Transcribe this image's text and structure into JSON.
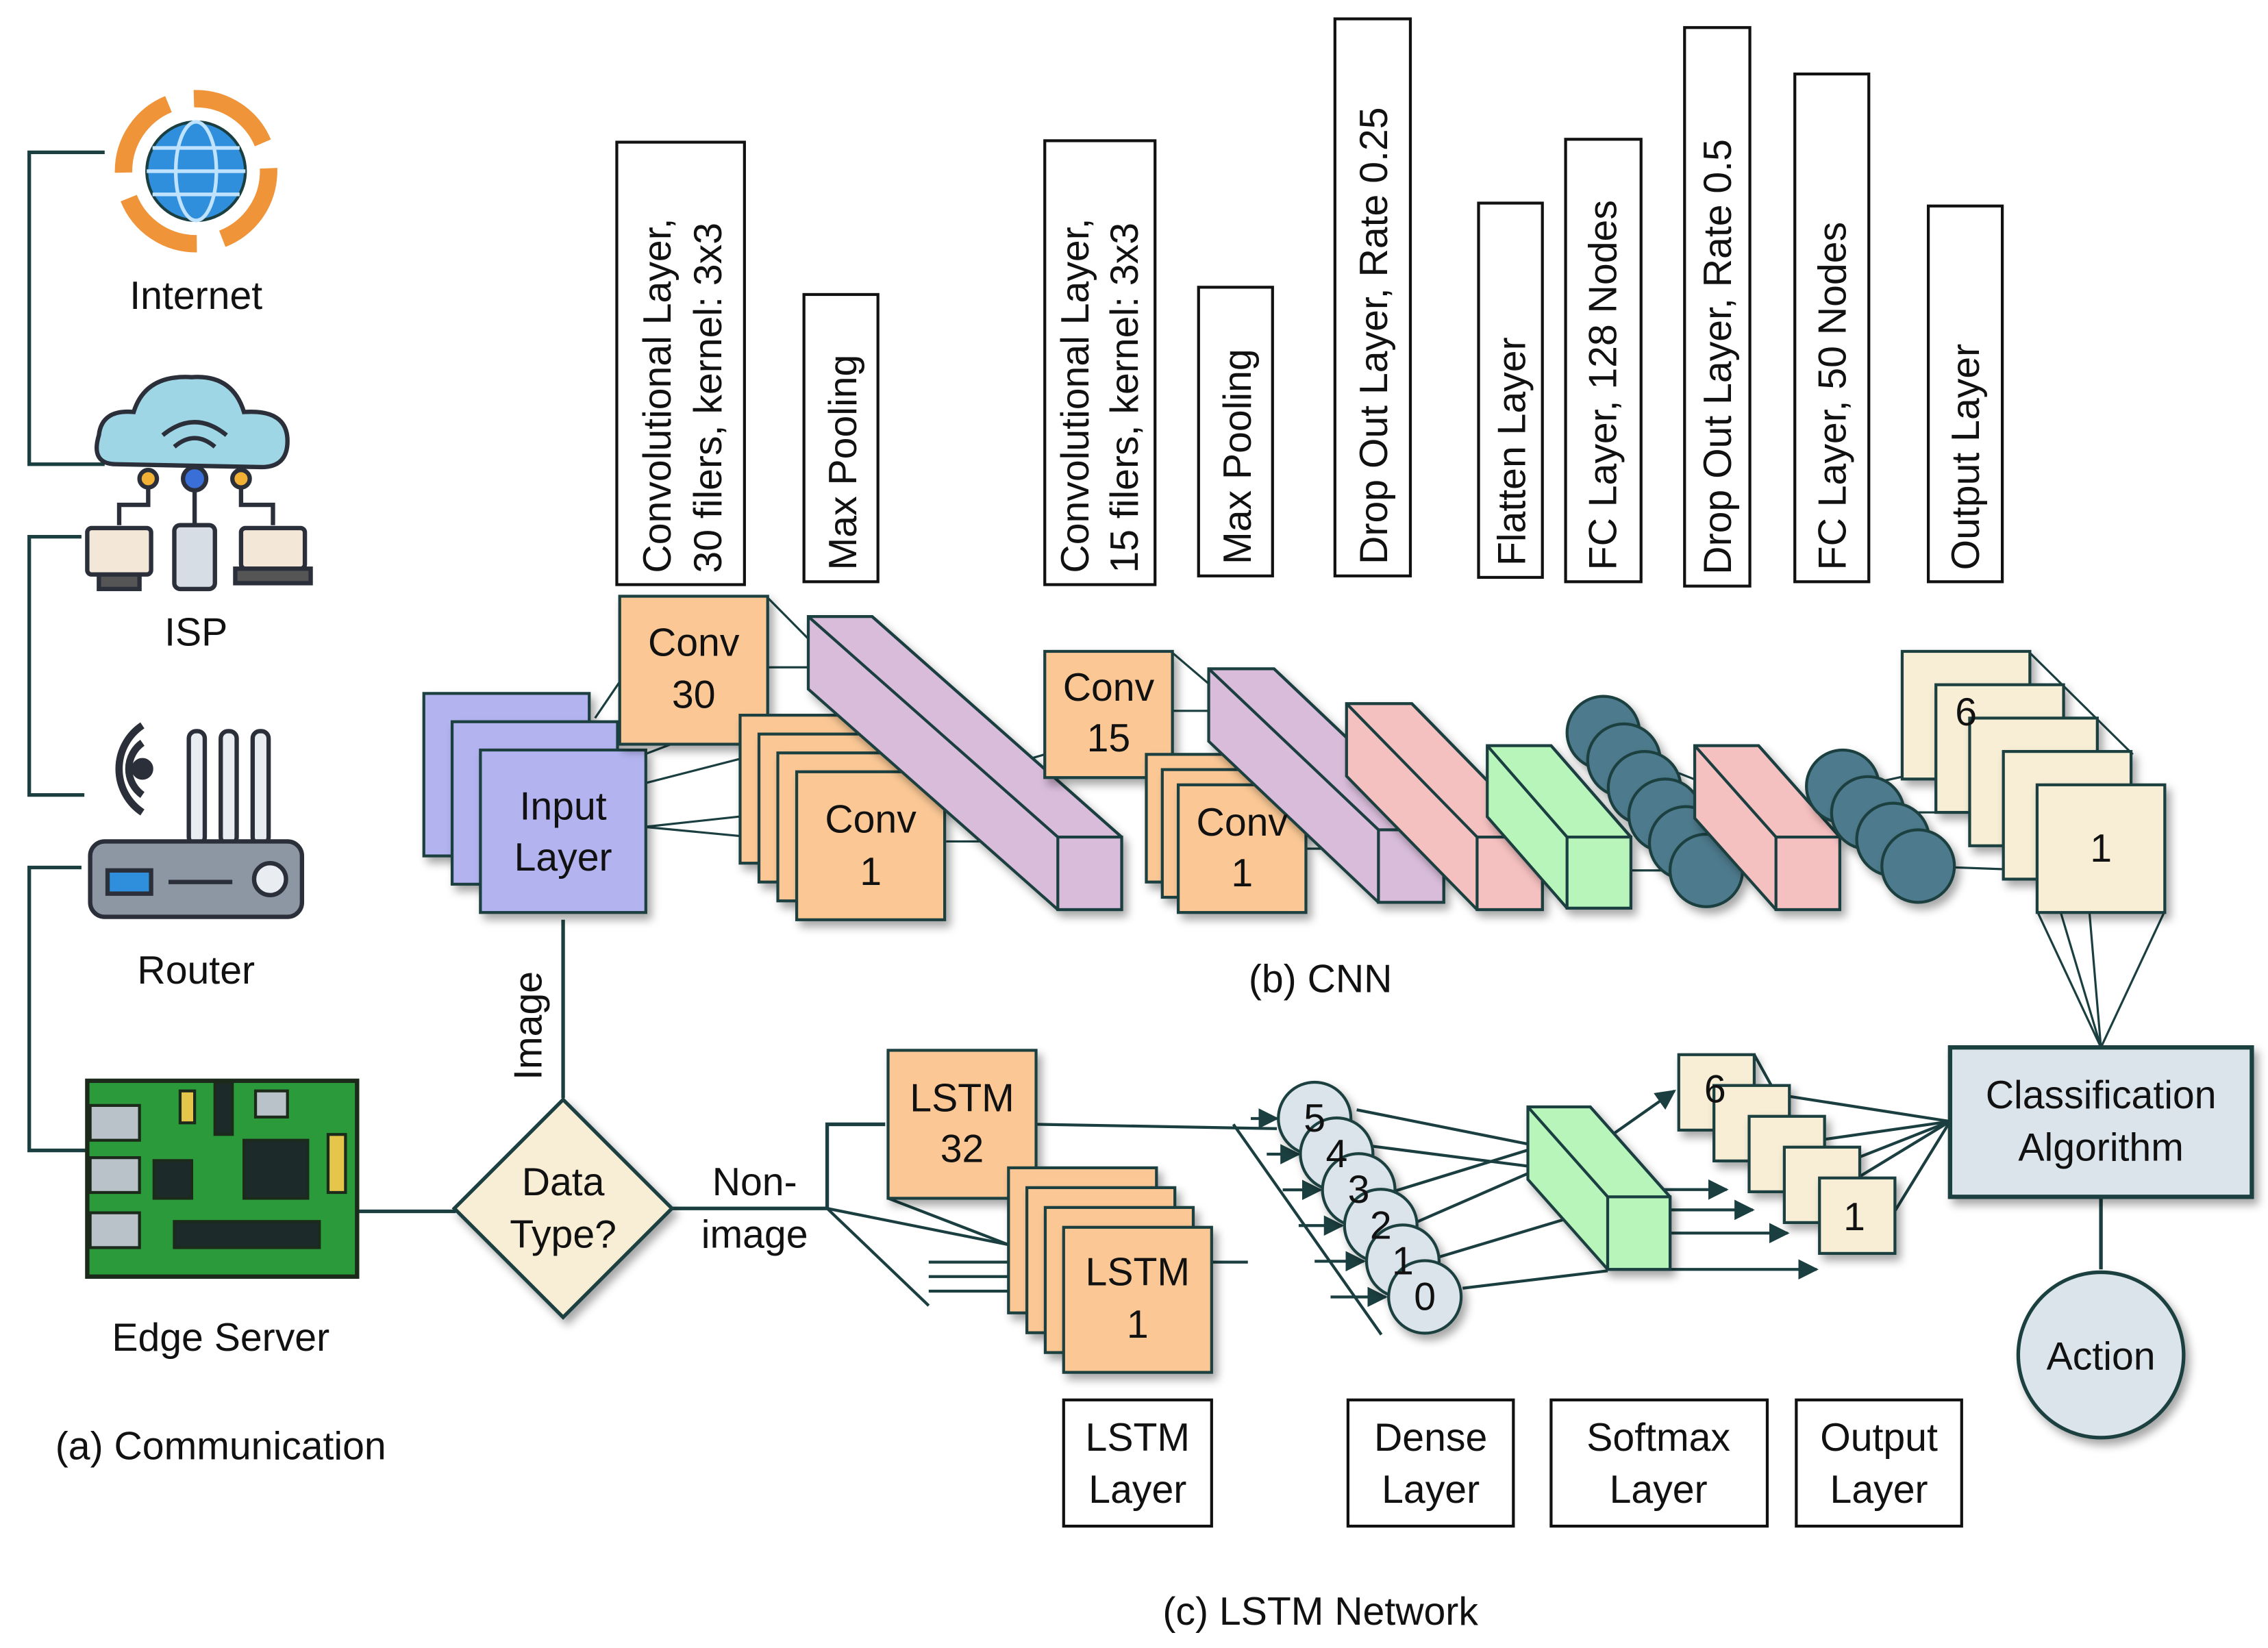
{
  "colors": {
    "stroke": "#1b3f40",
    "input_layer": "#b3b3f0",
    "conv": "#fbc895",
    "pool": "#d9bcda",
    "dropout": "#f5c0c0",
    "dense": "#b8f5bb",
    "node": "#4d7a8c",
    "output": "#f7eed5",
    "classifier": "#dae4ea",
    "globe": "#2f8fdc",
    "arrows_orange": "#f0943a",
    "board": "#2a9a3a"
  },
  "communication": {
    "internet": "Internet",
    "isp": "ISP",
    "router": "Router",
    "edge_server": "Edge Server",
    "caption": "(a) Communication"
  },
  "decision": {
    "line1": "Data",
    "line2": "Type?",
    "image_label": "Image",
    "nonimage_line1": "Non-",
    "nonimage_line2": "image"
  },
  "cnn": {
    "caption": "(b) CNN",
    "input": [
      "Input",
      "Layer"
    ],
    "conv30": [
      "Conv",
      "30"
    ],
    "conv1a": [
      "Conv",
      "1"
    ],
    "conv15": [
      "Conv",
      "15"
    ],
    "conv1b": [
      "Conv",
      "1"
    ],
    "out_top": "6",
    "out_bottom": "1",
    "layer_labels": [
      [
        "Convolutional Layer,",
        "30 filers, kernel: 3x3"
      ],
      [
        "Max Pooling"
      ],
      [
        "Convolutional Layer,",
        "15 filers, kernel: 3x3"
      ],
      [
        "Max Pooling"
      ],
      [
        "Drop Out Layer, Rate 0.25"
      ],
      [
        "Flatten Layer"
      ],
      [
        "FC Layer, 128 Nodes"
      ],
      [
        "Drop Out Layer, Rate 0.5"
      ],
      [
        "FC Layer, 50 Nodes"
      ],
      [
        "Output Layer"
      ]
    ]
  },
  "lstm": {
    "caption": "(c) LSTM Network",
    "lstm32": [
      "LSTM",
      "32"
    ],
    "lstm1": [
      "LSTM",
      "1"
    ],
    "dense_nodes": [
      "5",
      "4",
      "3",
      "2",
      "1",
      "0"
    ],
    "softmax_top": "6",
    "softmax_bottom": "1",
    "layer_labels": [
      [
        "LSTM",
        "Layer"
      ],
      [
        "Dense",
        "Layer"
      ],
      [
        "Softmax",
        "Layer"
      ],
      [
        "Output",
        "Layer"
      ]
    ]
  },
  "classifier": [
    "Classification",
    "Algorithm"
  ],
  "action": "Action"
}
